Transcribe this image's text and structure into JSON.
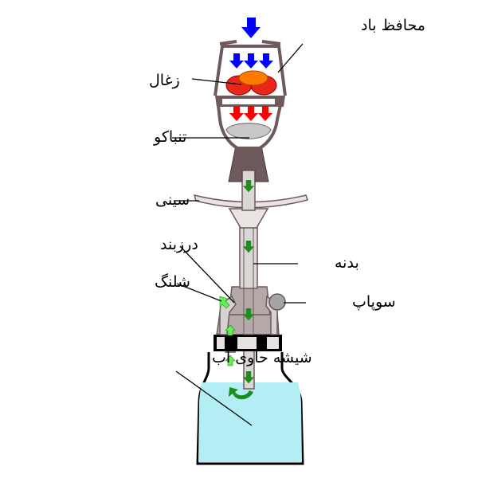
{
  "diagram": {
    "labels": {
      "wind_cover": "محافظ باد",
      "charcoal": "زغال",
      "tobacco": "تنباکو",
      "tray": "سینی",
      "grommet": "درزبند",
      "hose": "شلنگ",
      "body": "بدنه",
      "valve": "سوپاپ",
      "water_jar": "شیشه حاوی آب"
    },
    "colors": {
      "air_in": "#0000ff",
      "hot_air": "#ff0000",
      "smoke": "#1e8c1e",
      "smoke_light": "#66ee55",
      "water": "#b3eef5",
      "metal": "#6e5a5a",
      "charcoal_red": "#e8261a",
      "charcoal_orange": "#ff7a00",
      "tobacco": "#c8c8c8"
    }
  }
}
